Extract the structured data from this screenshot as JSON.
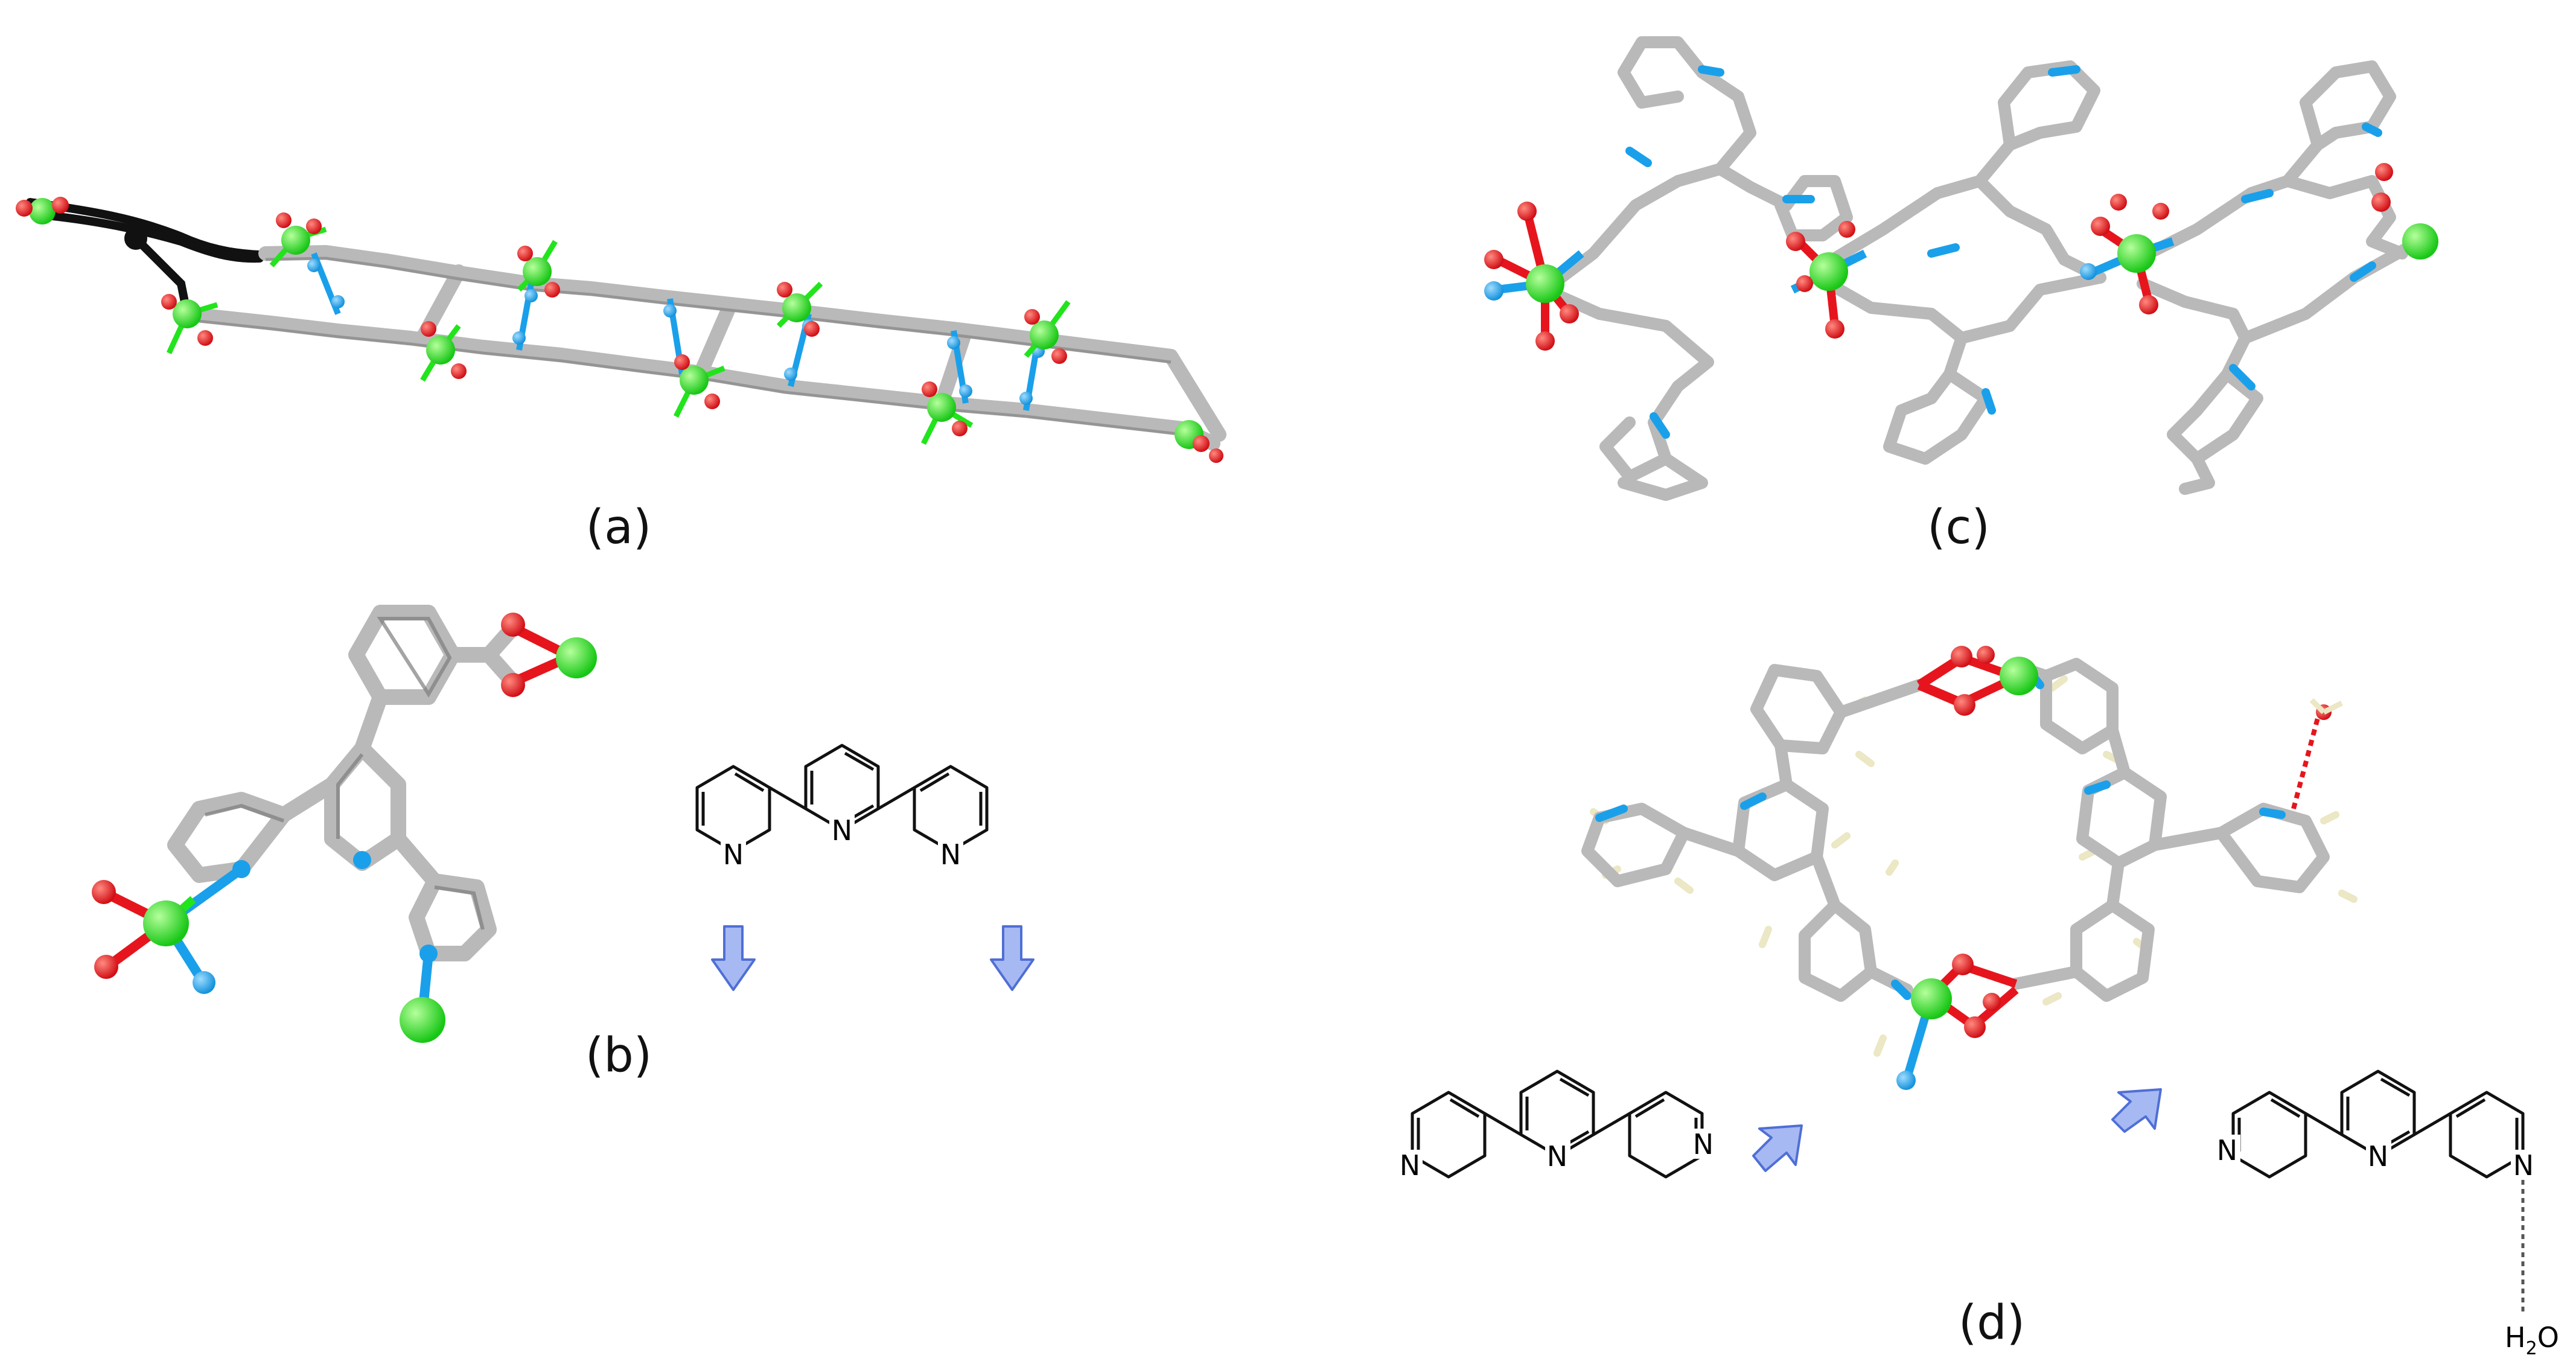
{
  "figure": {
    "panel_a_label": "(a)",
    "panel_b_label": "(b)",
    "panel_c_label": "(c)",
    "panel_d_label": "(d)"
  },
  "atoms": {
    "n": "N",
    "h2o_h": "H",
    "h2o_sub": "2",
    "h2o_o": "O"
  },
  "colors": {
    "metal": "#22e41c",
    "oxygen": "#e6151d",
    "nitrogen": "#1aa0ea",
    "carbon": "#b9b9b9",
    "bond_dark": "#7d7d7d",
    "hydrogen": "#ece7c4",
    "arrow_fill": "#a7b9f2",
    "arrow_stroke": "#4f6fd6",
    "highlight_chain": "#111111"
  },
  "icons": {
    "coordination_arrow": "arrow-icon",
    "metal_ion": "metal-atom-icon",
    "hbond": "hydrogen-bond-icon"
  }
}
